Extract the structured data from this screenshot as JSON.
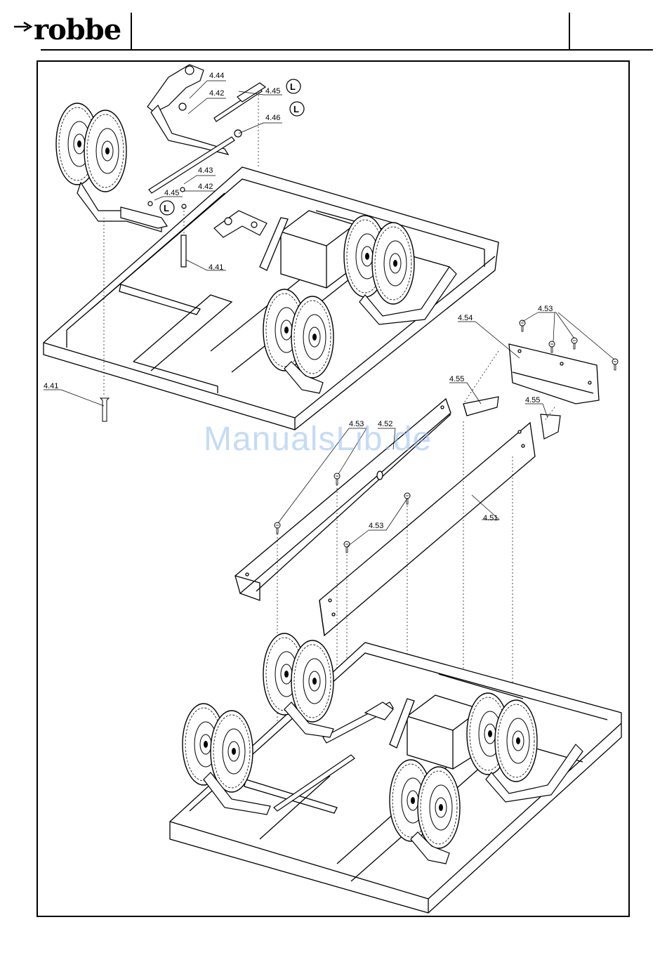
{
  "header": {
    "brand": "robbe"
  },
  "watermark": "ManualsLib.de",
  "labels": {
    "l444": "4.44",
    "l442a": "4.42",
    "l445a": "4.45",
    "l446": "4.46",
    "l443": "4.43",
    "l445b": "4.45",
    "l442b": "4.42",
    "l441a": "4.41",
    "l441b": "4.41",
    "l453a": "4.53",
    "l454": "4.54",
    "l455a": "4.55",
    "l455b": "4.55",
    "l453b": "4.53",
    "l452": "4.52",
    "l453c": "4.53",
    "l451": "4.51",
    "L1": "L",
    "L2": "L",
    "L3": "L"
  }
}
